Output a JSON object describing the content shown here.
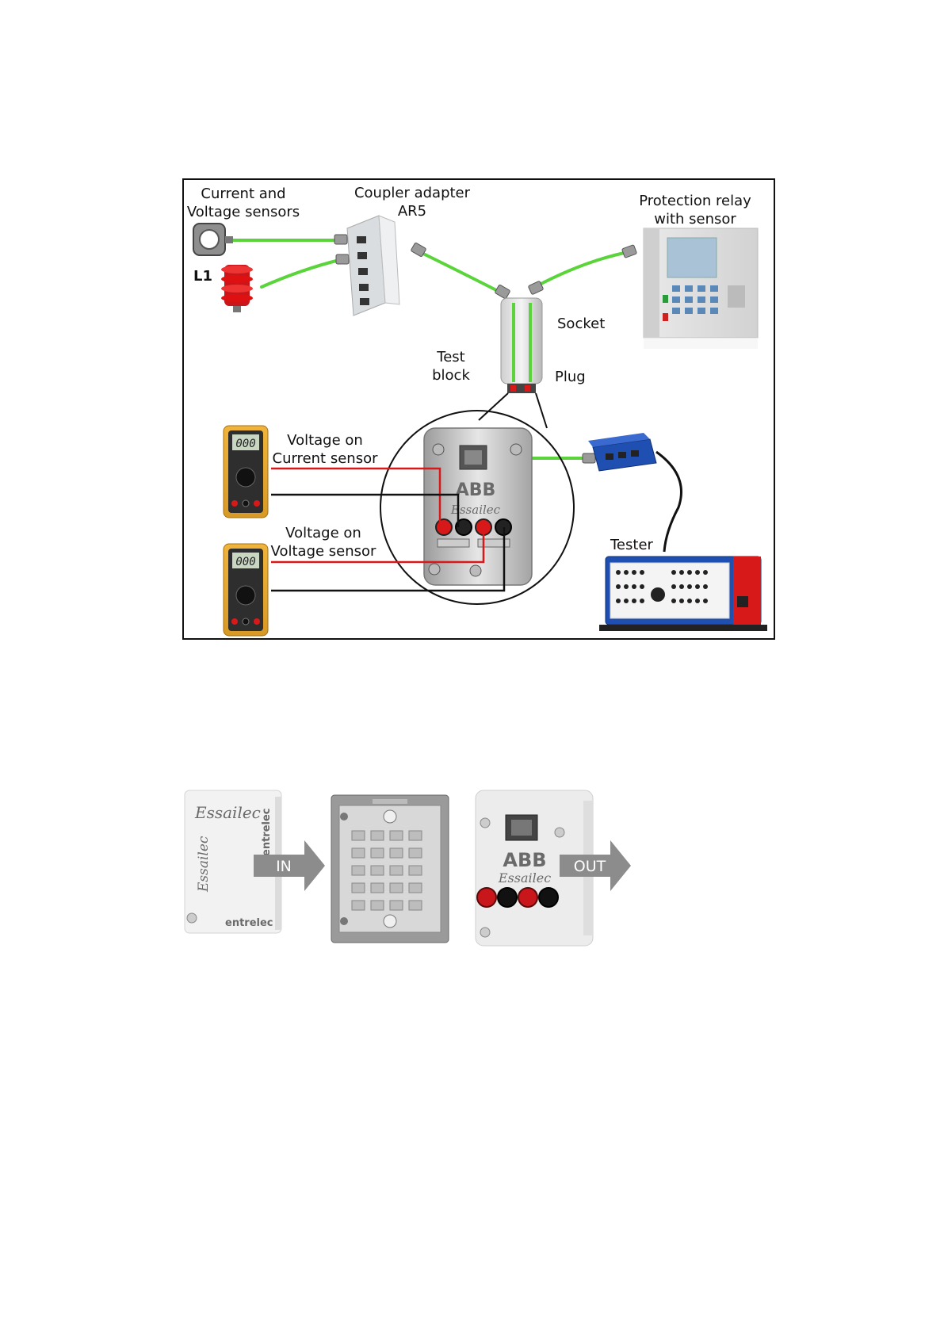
{
  "diagram": {
    "labels": {
      "sensors_line1": "Current and",
      "sensors_line2": "Voltage sensors",
      "coupler_line1": "Coupler adapter",
      "coupler_line2": "AR5",
      "relay_line1": "Protection relay",
      "relay_line2": "with sensor",
      "phase": "L1",
      "socket": "Socket",
      "test_line1": "Test",
      "test_line2": "block",
      "plug": "Plug",
      "vcurrent_line1": "Voltage on",
      "vcurrent_line2": "Current sensor",
      "vvoltage_line1": "Voltage on",
      "vvoltage_line2": "Voltage sensor",
      "tester": "Tester",
      "multimeter_display": "000",
      "testplug_brand": "ABB",
      "testplug_logo": "Essailec"
    }
  },
  "assembly": {
    "cover_logo": "Essailec",
    "cover_brand": "entrelec",
    "in_label": "IN",
    "out_label": "OUT",
    "plug_brand": "ABB",
    "plug_logo": "Essailec"
  },
  "colors": {
    "cable_green": "#5ad43a",
    "wire_red": "#d8191a",
    "wire_black": "#111111",
    "sensor_red": "#c8161b",
    "arrow_grey": "#8c8c8c",
    "tester_blue": "#1f4fb0"
  }
}
